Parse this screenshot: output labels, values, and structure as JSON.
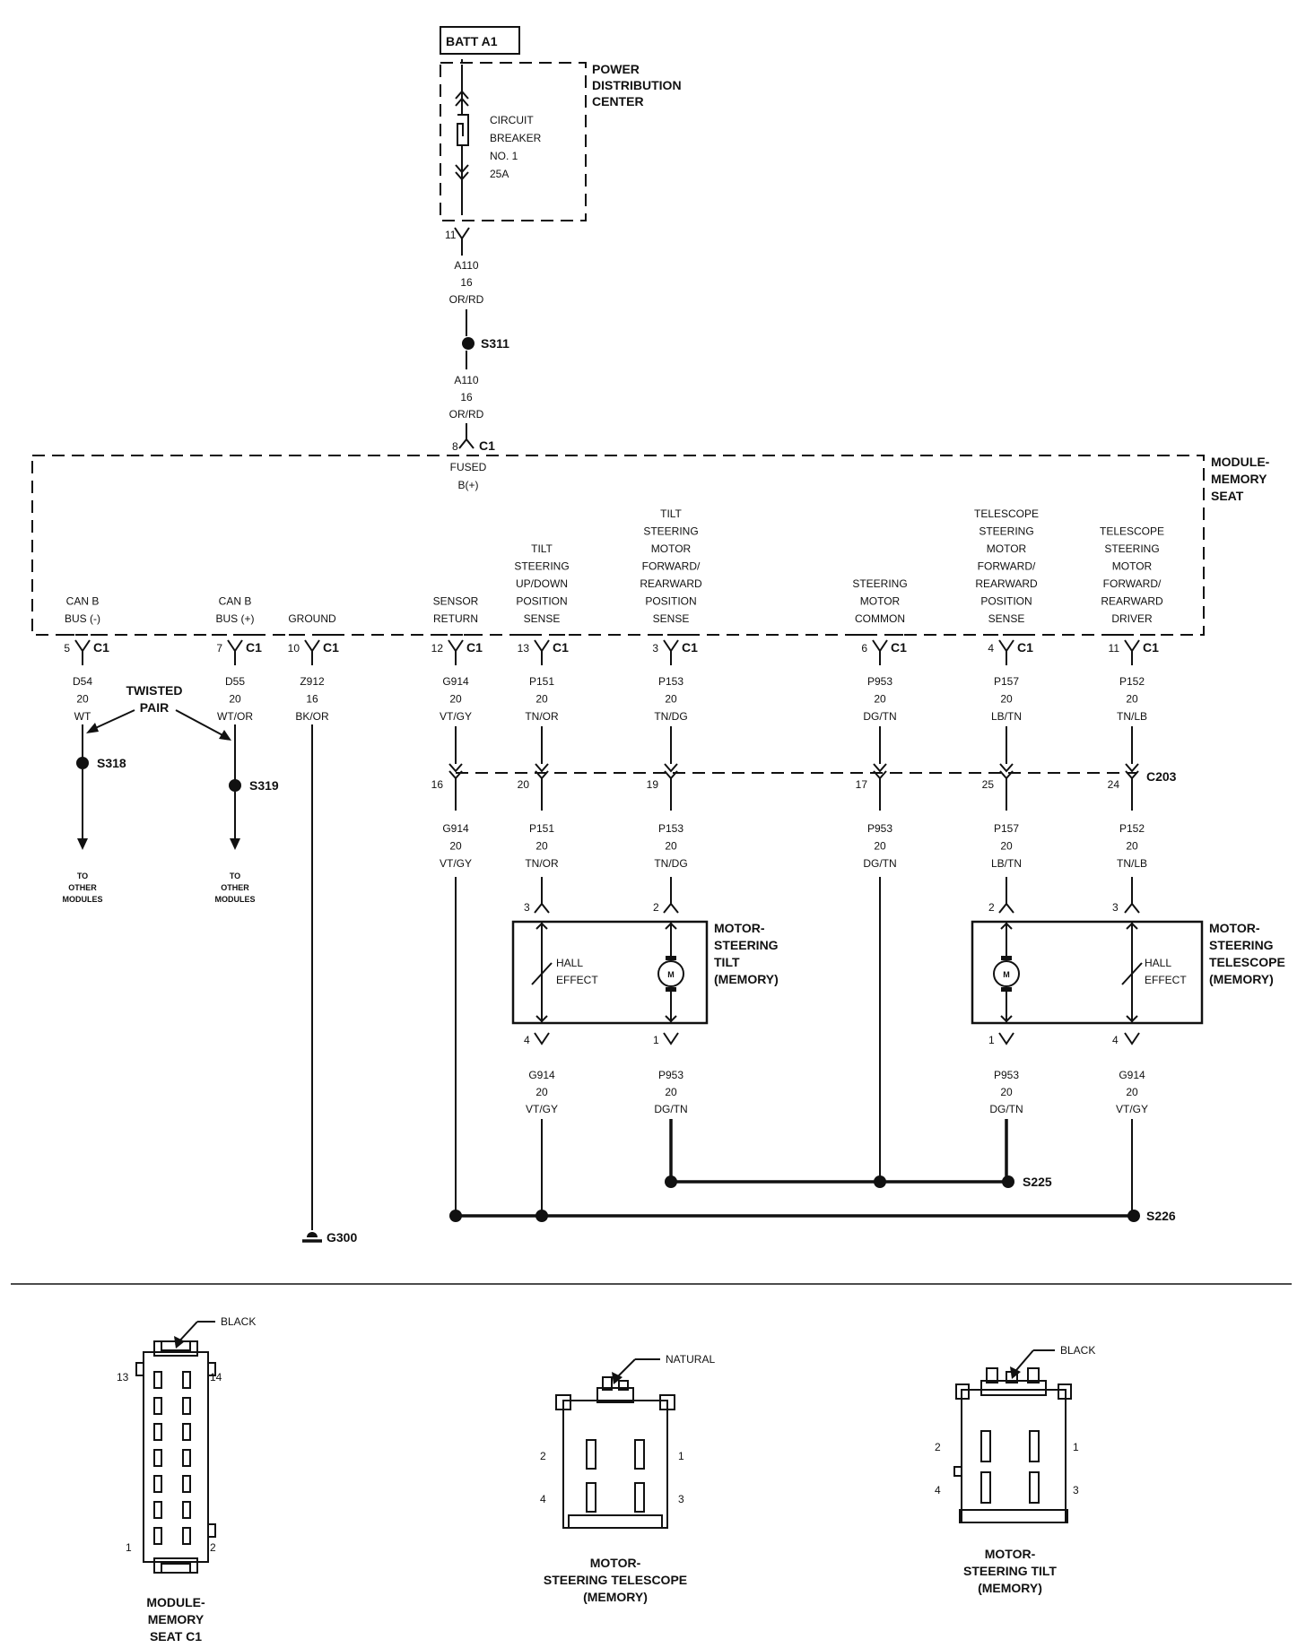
{
  "power": {
    "batt_label": "BATT A1",
    "pdc_lines": [
      "POWER",
      "DISTRIBUTION",
      "CENTER"
    ],
    "breaker_lines": [
      "CIRCUIT",
      "BREAKER",
      "NO. 1",
      "25A"
    ],
    "pdc_pin": "11",
    "feed_upper": [
      "A110",
      "16",
      "OR/RD"
    ],
    "splice_s311": "S311",
    "feed_lower": [
      "A110",
      "16",
      "OR/RD"
    ],
    "module_pin": "8",
    "module_conn": "C1",
    "fused_lines": [
      "FUSED",
      "B(+)"
    ]
  },
  "module": {
    "name_lines": [
      "MODULE-",
      "MEMORY",
      "SEAT"
    ]
  },
  "pins": [
    {
      "label": [
        "CAN B",
        "BUS (-)"
      ],
      "pin": "5",
      "conn": "C1",
      "wire": [
        "D54",
        "20",
        "WT"
      ]
    },
    {
      "label": [
        "CAN B",
        "BUS (+)"
      ],
      "pin": "7",
      "conn": "C1",
      "wire": [
        "D55",
        "20",
        "WT/OR"
      ]
    },
    {
      "label": [
        "GROUND"
      ],
      "pin": "10",
      "conn": "C1",
      "wire": [
        "Z912",
        "16",
        "BK/OR"
      ]
    },
    {
      "label": [
        "SENSOR",
        "RETURN"
      ],
      "pin": "12",
      "conn": "C1",
      "wire": [
        "G914",
        "20",
        "VT/GY"
      ]
    },
    {
      "label": [
        "TILT",
        "STEERING",
        "UP/DOWN",
        "POSITION",
        "SENSE"
      ],
      "pin": "13",
      "conn": "C1",
      "wire": [
        "P151",
        "20",
        "TN/OR"
      ]
    },
    {
      "label": [
        "TILT",
        "STEERING",
        "MOTOR",
        "FORWARD/",
        "REARWARD",
        "POSITION",
        "SENSE"
      ],
      "pin": "3",
      "conn": "C1",
      "wire": [
        "P153",
        "20",
        "TN/DG"
      ]
    },
    {
      "label": [
        "STEERING",
        "MOTOR",
        "COMMON"
      ],
      "pin": "6",
      "conn": "C1",
      "wire": [
        "P953",
        "20",
        "DG/TN"
      ]
    },
    {
      "label": [
        "TELESCOPE",
        "STEERING",
        "MOTOR",
        "FORWARD/",
        "REARWARD",
        "POSITION",
        "SENSE"
      ],
      "pin": "4",
      "conn": "C1",
      "wire": [
        "P157",
        "20",
        "LB/TN"
      ]
    },
    {
      "label": [
        "TELESCOPE",
        "STEERING",
        "MOTOR",
        "FORWARD/",
        "REARWARD",
        "DRIVER"
      ],
      "pin": "11",
      "conn": "C1",
      "wire": [
        "P152",
        "20",
        "TN/LB"
      ]
    }
  ],
  "can": {
    "twisted_lines": [
      "TWISTED",
      "PAIR"
    ],
    "splice_minus": "S318",
    "splice_plus": "S319",
    "to_other": [
      "TO",
      "OTHER",
      "MODULES"
    ]
  },
  "ground_label": "G300",
  "c203": {
    "name": "C203",
    "pins": [
      "16",
      "20",
      "19",
      "17",
      "25",
      "24"
    ],
    "wires": [
      [
        "G914",
        "20",
        "VT/GY"
      ],
      [
        "P151",
        "20",
        "TN/OR"
      ],
      [
        "P153",
        "20",
        "TN/DG"
      ],
      [
        "P953",
        "20",
        "DG/TN"
      ],
      [
        "P157",
        "20",
        "LB/TN"
      ],
      [
        "P152",
        "20",
        "TN/LB"
      ]
    ]
  },
  "motor_tilt": {
    "name_lines": [
      "MOTOR-",
      "STEERING",
      "TILT",
      "(MEMORY)"
    ],
    "hall_lines": [
      "HALL",
      "EFFECT"
    ],
    "motor_symbol": "M",
    "pin_in_hall": "3",
    "pin_in_motor": "2",
    "pin_out_hall": "4",
    "pin_out_motor": "1",
    "wire_out_hall": [
      "G914",
      "20",
      "VT/GY"
    ],
    "wire_out_motor": [
      "P953",
      "20",
      "DG/TN"
    ]
  },
  "motor_tele": {
    "name_lines": [
      "MOTOR-",
      "STEERING",
      "TELESCOPE",
      "(MEMORY)"
    ],
    "hall_lines": [
      "HALL",
      "EFFECT"
    ],
    "motor_symbol": "M",
    "pin_in_motor": "2",
    "pin_in_hall": "3",
    "pin_out_motor": "1",
    "pin_out_hall": "4",
    "wire_out_motor": [
      "P953",
      "20",
      "DG/TN"
    ],
    "wire_out_hall": [
      "G914",
      "20",
      "VT/GY"
    ]
  },
  "splices": {
    "s225": "S225",
    "s226": "S226"
  },
  "connectors": {
    "c1": {
      "color": "BLACK",
      "pins": [
        "13",
        "14",
        "1",
        "2"
      ],
      "name_lines": [
        "MODULE-",
        "MEMORY",
        "SEAT C1"
      ]
    },
    "telescope": {
      "color": "NATURAL",
      "pins": [
        "2",
        "1",
        "4",
        "3"
      ],
      "name_lines": [
        "MOTOR-",
        "STEERING TELESCOPE",
        "(MEMORY)"
      ]
    },
    "tilt": {
      "color": "BLACK",
      "pins": [
        "2",
        "1",
        "4",
        "3"
      ],
      "name_lines": [
        "MOTOR-",
        "STEERING TILT",
        "(MEMORY)"
      ]
    }
  }
}
